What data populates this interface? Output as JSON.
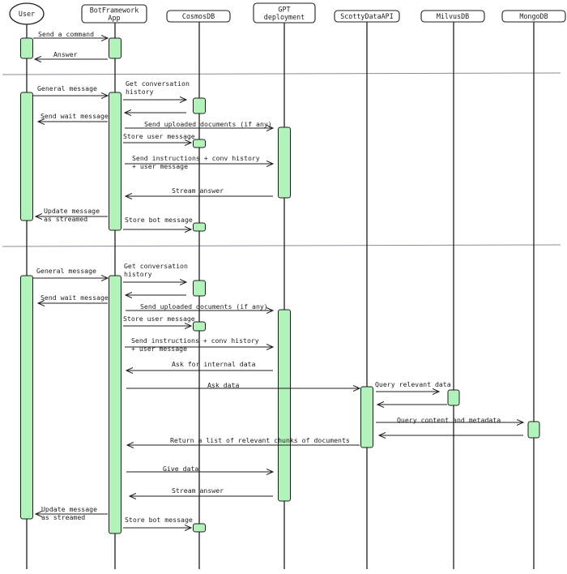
{
  "participants": [
    {
      "id": "user",
      "lines": [
        "User"
      ],
      "shape": "circle"
    },
    {
      "id": "bot",
      "lines": [
        "BotFramework",
        "App"
      ],
      "shape": "box"
    },
    {
      "id": "cosmos",
      "lines": [
        "CosmosDB"
      ],
      "shape": "box"
    },
    {
      "id": "gpt",
      "lines": [
        "GPT",
        "deployment"
      ],
      "shape": "box"
    },
    {
      "id": "scotty",
      "lines": [
        "ScottyDataAPI"
      ],
      "shape": "box"
    },
    {
      "id": "milvus",
      "lines": [
        "MilvusDB"
      ],
      "shape": "box"
    },
    {
      "id": "mongo",
      "lines": [
        "MongoDB"
      ],
      "shape": "box"
    }
  ],
  "messages": [
    {
      "from": "user",
      "to": "bot",
      "lines": [
        "Send a command"
      ]
    },
    {
      "from": "bot",
      "to": "user",
      "lines": [
        "Answer"
      ]
    },
    {
      "from": "user",
      "to": "bot",
      "lines": [
        "General message"
      ]
    },
    {
      "from": "bot",
      "to": "cosmos",
      "lines": [
        "Get conversation",
        "history"
      ]
    },
    {
      "from": "cosmos",
      "to": "bot",
      "lines": []
    },
    {
      "from": "bot",
      "to": "user",
      "lines": [
        "Send wait message"
      ]
    },
    {
      "from": "bot",
      "to": "gpt",
      "lines": [
        "Send uploaded documents (if any)"
      ]
    },
    {
      "from": "bot",
      "to": "cosmos",
      "lines": [
        "Store user message"
      ]
    },
    {
      "from": "bot",
      "to": "gpt",
      "lines": [
        "Send instructions + conv history",
        "+ user message"
      ]
    },
    {
      "from": "gpt",
      "to": "bot",
      "lines": [
        "Stream answer"
      ]
    },
    {
      "from": "bot",
      "to": "user",
      "lines": [
        "Update message",
        "as streamed"
      ]
    },
    {
      "from": "bot",
      "to": "cosmos",
      "lines": [
        "Store bot message"
      ]
    },
    {
      "from": "user",
      "to": "bot",
      "lines": [
        "General message"
      ]
    },
    {
      "from": "bot",
      "to": "cosmos",
      "lines": [
        "Get conversation",
        "history"
      ]
    },
    {
      "from": "cosmos",
      "to": "bot",
      "lines": []
    },
    {
      "from": "bot",
      "to": "user",
      "lines": [
        "Send wait message"
      ]
    },
    {
      "from": "bot",
      "to": "gpt",
      "lines": [
        "Send uploaded documents (if any)"
      ]
    },
    {
      "from": "bot",
      "to": "cosmos",
      "lines": [
        "Store user message"
      ]
    },
    {
      "from": "bot",
      "to": "gpt",
      "lines": [
        "Send instructions + conv history",
        "+ user message"
      ]
    },
    {
      "from": "gpt",
      "to": "bot",
      "lines": [
        "Ask for internal data"
      ]
    },
    {
      "from": "bot",
      "to": "scotty",
      "lines": [
        "Ask data"
      ]
    },
    {
      "from": "scotty",
      "to": "milvus",
      "lines": [
        "Query relevant data"
      ]
    },
    {
      "from": "milvus",
      "to": "scotty",
      "lines": []
    },
    {
      "from": "scotty",
      "to": "mongo",
      "lines": [
        "Query content and metadata"
      ]
    },
    {
      "from": "mongo",
      "to": "scotty",
      "lines": []
    },
    {
      "from": "scotty",
      "to": "bot",
      "lines": [
        "Return a list of relevant chunks of documents"
      ]
    },
    {
      "from": "bot",
      "to": "gpt",
      "lines": [
        "Give data"
      ]
    },
    {
      "from": "gpt",
      "to": "bot",
      "lines": [
        "Stream answer"
      ]
    },
    {
      "from": "bot",
      "to": "user",
      "lines": [
        "Update message",
        "as streamed"
      ]
    },
    {
      "from": "bot",
      "to": "cosmos",
      "lines": [
        "Store bot message"
      ]
    }
  ],
  "colors": {
    "activation_fill": "#b2f2bb",
    "stroke": "#1e1e1e",
    "separator": "#868e96",
    "background": "#ffffff"
  }
}
